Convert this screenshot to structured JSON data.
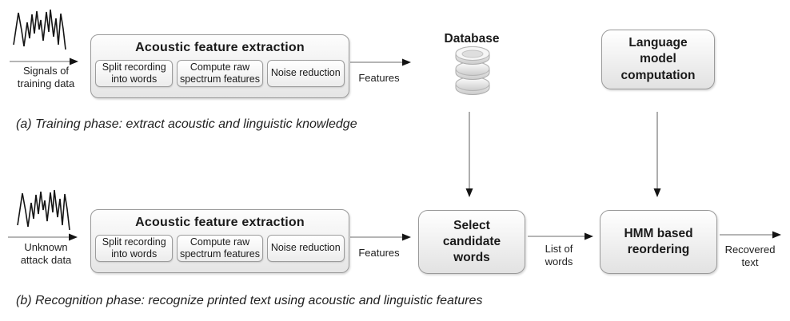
{
  "diagram": {
    "colors": {
      "box_border": "#9a9a9a",
      "box_fill_top": "#ffffff",
      "box_fill_bottom": "#e2e2e2",
      "arrow_line": "#6b6b6b",
      "arrow_head": "#141414",
      "text": "#1a1a1a"
    },
    "acoustic_box": {
      "title": "Acoustic feature extraction",
      "steps": [
        "Split recording\ninto words",
        "Compute raw\nspectrum features",
        "Noise reduction"
      ]
    },
    "phase_a": {
      "input_label": "Signals of\ntraining data",
      "features_label": "Features",
      "database_label": "Database",
      "language_model_label": "Language\nmodel\ncomputation",
      "caption": "(a) Training phase: extract acoustic and linguistic knowledge"
    },
    "phase_b": {
      "input_label": "Unknown\nattack data",
      "features_label": "Features",
      "select_candidate_label": "Select\ncandidate\nwords",
      "list_of_words_label": "List of\nwords",
      "hmm_label": "HMM based\nreordering",
      "recovered_label": "Recovered\ntext",
      "caption": "(b) Recognition phase: recognize printed text using acoustic and linguistic features"
    }
  }
}
